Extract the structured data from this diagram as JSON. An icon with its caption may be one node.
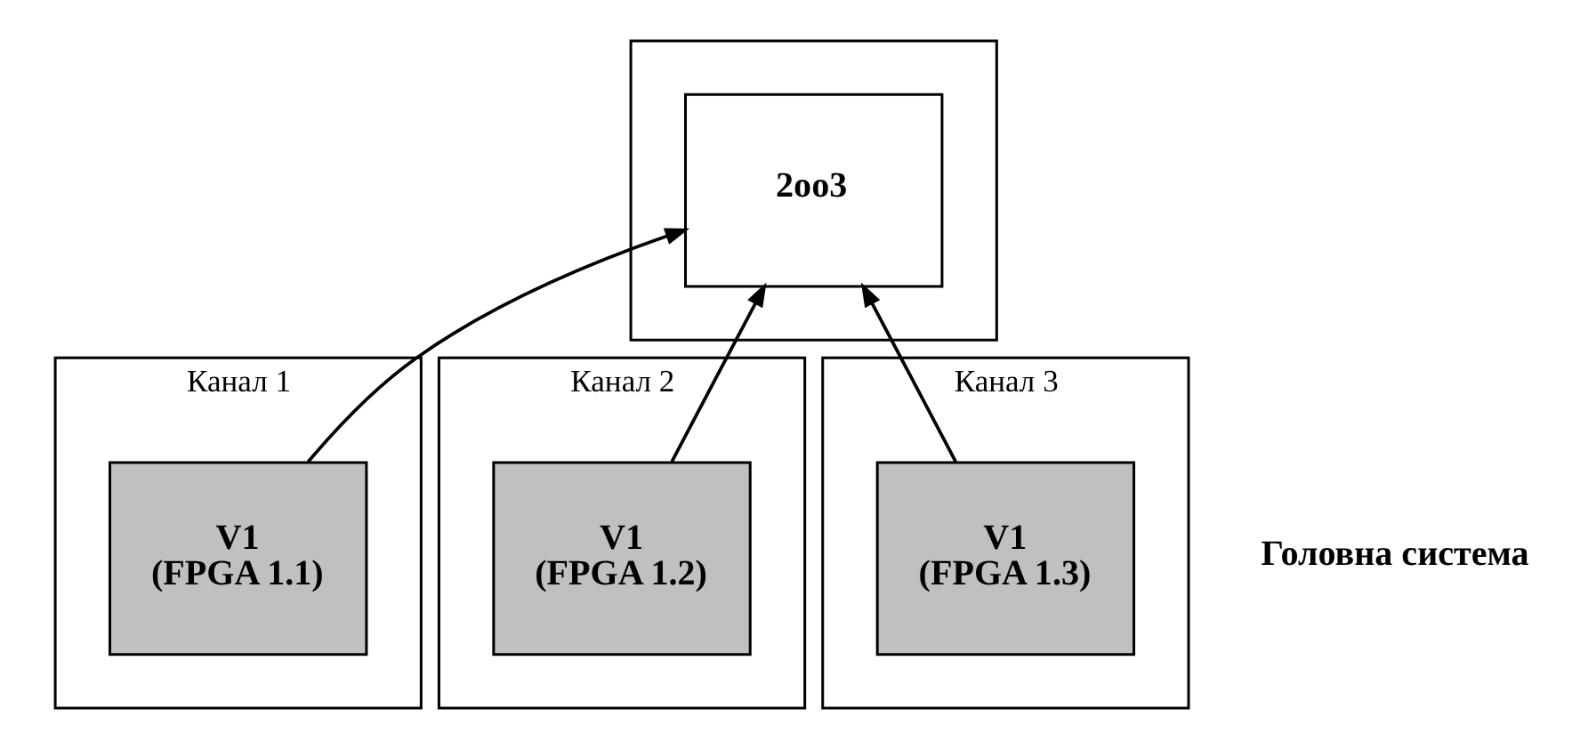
{
  "diagram": {
    "nodes": [
      {
        "text": [
          "Канал 1"
        ]
      },
      {
        "text": [
          "V1",
          "(FPGA 1.1)"
        ],
        "in": 0
      },
      {
        "text": [
          "Канал 2"
        ]
      },
      {
        "text": [
          "V1",
          "(FPGA 1.2)"
        ],
        "in": 2
      },
      {
        "text": [
          "Канал 3"
        ]
      },
      {
        "text": [
          "V1",
          "(FPGA 1.3)"
        ],
        "in": 4
      },
      {
        "text": [],
        "shape": "box"
      },
      {
        "text": [
          "2oo3"
        ],
        "in": 6
      }
    ],
    "edges": [
      {
        "from": 1,
        "to": 7,
        "arrow": "to"
      },
      {
        "from": 3,
        "to": 7,
        "arrow": "to"
      },
      {
        "from": 5,
        "to": 7,
        "arrow": "to"
      }
    ],
    "labels": [
      "Головна система"
    ]
  }
}
